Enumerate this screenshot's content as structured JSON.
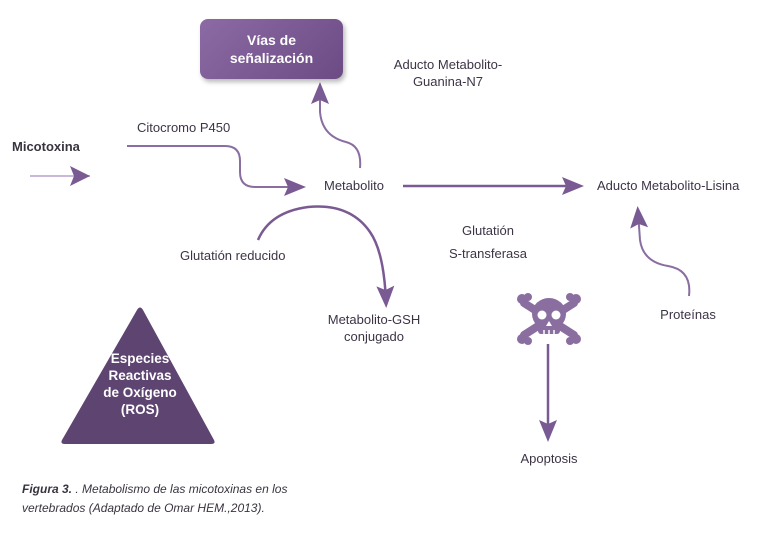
{
  "colors": {
    "arrow": "#8a6ea0",
    "arrow_light": "#c9b8d8",
    "box": "#7b5894",
    "triangle": "#5e4470",
    "text": "#3d3446"
  },
  "nodes": {
    "micotoxina": "Micotoxina",
    "citocromo": "Citocromo P450",
    "metabolito": "Metabolito",
    "vias_line1": "Vías de",
    "vias_line2": "señalización",
    "aducto_guanina_line1": "Aducto Metabolito-",
    "aducto_guanina_line2": "Guanina-N7",
    "aducto_lisina": "Aducto Metabolito-Lisina",
    "glutation_reducido": "Glutatión reducido",
    "glutation_transferasa_line1": "Glutatión",
    "glutation_transferasa_line2": "S-transferasa",
    "gsh_line1": "Metabolito-GSH",
    "gsh_line2": "conjugado",
    "proteinas": "Proteínas",
    "apoptosis": "Apoptosis",
    "ros_line1": "Especies",
    "ros_line2": "Reactivas",
    "ros_line3": "de Oxígeno",
    "ros_line4": "(ROS)"
  },
  "icons": {
    "toxic": "skull-crossbones-icon"
  },
  "caption": {
    "label": "Figura 3.",
    "text": " . Metabolismo de las micotoxinas en los vertebrados (Adaptado de Omar HEM.,2013)."
  }
}
